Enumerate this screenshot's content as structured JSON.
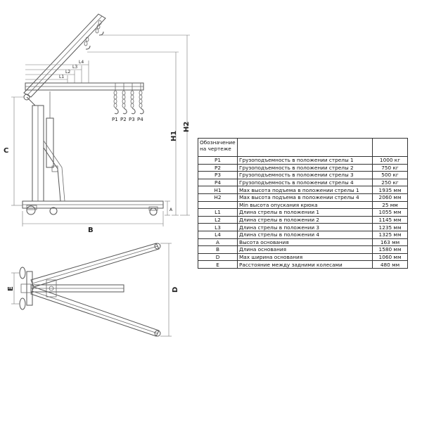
{
  "labels": {
    "c": "C",
    "b": "B",
    "h1": "H1",
    "h2": "H2",
    "l1": "L1",
    "l2": "L2",
    "l3": "L3",
    "l4": "L4",
    "p1": "P1",
    "p2": "P2",
    "p3": "P3",
    "p4": "P4",
    "a": "A",
    "d": "D",
    "e": "E"
  },
  "table": {
    "header": [
      "Обозначение на чертеже",
      "",
      ""
    ],
    "rows": [
      [
        "P1",
        "Грузоподъемность в положении стрелы 1",
        "1000 кг"
      ],
      [
        "P2",
        "Грузоподъемность в положении стрелы 2",
        "750 кг"
      ],
      [
        "P3",
        "Грузоподъемность в положении стрелы 3",
        "500 кг"
      ],
      [
        "P4",
        "Грузоподъемность в положении стрелы 4",
        "250 кг"
      ],
      [
        "H1",
        "Max высота подъема в положении стрелы 1",
        "1935 мм"
      ],
      [
        "H2",
        "Max высота подъема в положении стрелы 4",
        "2060 мм"
      ],
      [
        "",
        "Min высота опускания крюка",
        "25 мм"
      ],
      [
        "L1",
        "Длина стрелы в положении 1",
        "1055 мм"
      ],
      [
        "L2",
        "Длина стрелы в положении 2",
        "1145 мм"
      ],
      [
        "L3",
        "Длина стрелы в положении 3",
        "1235 мм"
      ],
      [
        "L4",
        "Длина стрелы в положении 4",
        "1325 мм"
      ],
      [
        "A",
        "Высота основания",
        "163 мм"
      ],
      [
        "B",
        "Длина основания",
        "1580 мм"
      ],
      [
        "D",
        "Max ширина основания",
        "1060 мм"
      ],
      [
        "E",
        "Расстояние между задними колесами",
        "480 мм"
      ]
    ]
  }
}
